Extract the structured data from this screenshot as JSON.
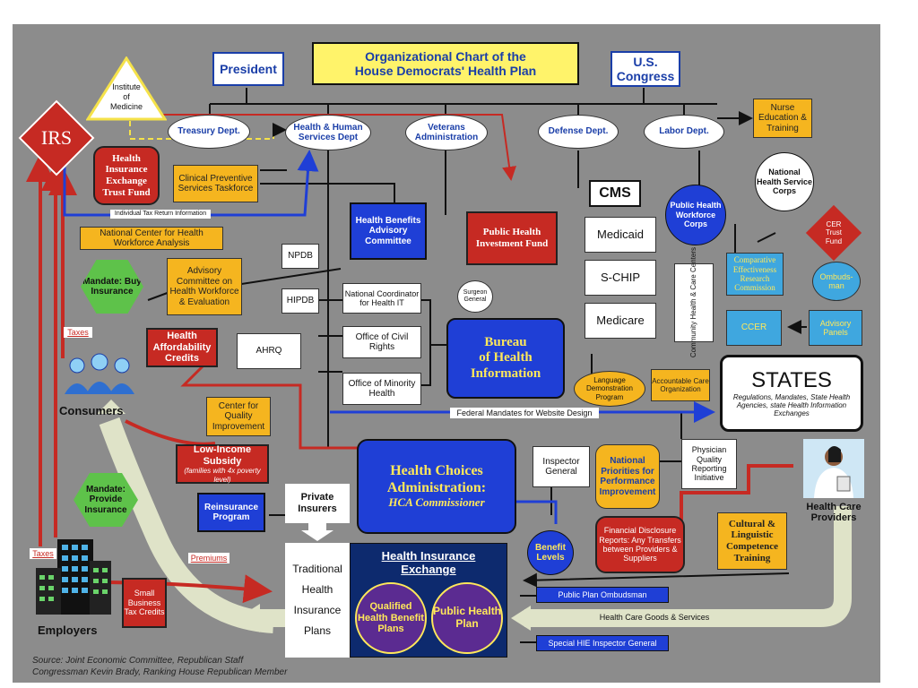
{
  "title": {
    "line1": "Organizational Chart of the",
    "line2": "House Democrats' Health Plan"
  },
  "top": {
    "president": "President",
    "congress_line1": "U.S.",
    "congress_line2": "Congress",
    "iom_line1": "Institute",
    "iom_line2": "of",
    "iom_line3": "Medicine",
    "irs": "IRS"
  },
  "departments": {
    "treasury": "Treasury Dept.",
    "hhs": "Health & Human Services Dept",
    "va": "Veterans Administration",
    "defense": "Defense Dept.",
    "labor": "Labor Dept."
  },
  "left": {
    "trust_fund": "Health Insurance Exchange Trust Fund",
    "clinical": "Clinical Preventive Services Taskforce",
    "tax_return": "Individual Tax Return Information",
    "ncwa": "National Center for Health Workforce Analysis",
    "mandate_buy": "Mandate: Buy Insurance",
    "advisory_committee": "Advisory Committee on Health Workforce & Evaluation",
    "npdb": "NPDB",
    "hipdb": "HIPDB",
    "taxes_consumers": "Taxes",
    "affordability": "Health Affordability Credits",
    "ahrq": "AHRQ",
    "consumers": "Consumers",
    "quality_center": "Center for Quality Improvement",
    "low_income_main": "Low-Income Subsidy",
    "low_income_note": "(families with 4x poverty level)",
    "mandate_provide": "Mandate: Provide Insurance",
    "reinsurance": "Reinsurance Program",
    "private_insurers": "Private Insurers",
    "taxes_employers": "Taxes",
    "premiums": "Premiums",
    "small_business": "Small Business Tax Credits",
    "employers": "Employers"
  },
  "center": {
    "hbac": "Health Benefits Advisory Committee",
    "phif": "Public Health Investment Fund",
    "coordinator": "National Coordinator for Health IT",
    "civil_rights": "Office of Civil Rights",
    "minority": "Office of Minority Health",
    "surgeon": "Surgeon General",
    "bureau_line1": "Bureau",
    "bureau_line2": "of Health",
    "bureau_line3": "Information",
    "federal_mandates": "Federal Mandates for Website Design",
    "hca_line1": "Health Choices",
    "hca_line2": "Administration:",
    "hca_line3": "HCA Commissioner",
    "traditional": "Traditional Health Insurance Plans",
    "hie_title": "Health Insurance Exchange",
    "qualified": "Qualified Health Benefit Plans",
    "public_plan": "Public Health Plan",
    "benefit_levels": "Benefit Levels",
    "ombudsman_plan": "Public Plan Ombudsman",
    "goods": "Health Care Goods & Services",
    "hie_inspector": "Special HIE Inspector General"
  },
  "right": {
    "cms": "CMS",
    "medicaid": "Medicaid",
    "schip": "S-CHIP",
    "medicare": "Medicare",
    "chcc": "Community Health & Care Centers",
    "phwc": "Public Health Workforce Corps",
    "nhsc": "National Health Service Corps",
    "nurse": "Nurse Education & Training",
    "cer_fund": "CER Trust Fund",
    "cer_commission": "Comparative Effectiveness Research Commission",
    "ombudsman": "Ombuds-man",
    "ccer": "CCER",
    "advisory_panels": "Advisory Panels",
    "language": "Language Demonstration Program",
    "aco": "Accountable Care Organization",
    "states_title": "STATES",
    "states_desc": "Regulations, Mandates, State Health Agencies, state Health Information Exchanges",
    "inspector": "Inspector General",
    "priorities": "National Priorities for Performance Improvement",
    "physician": "Physician Quality Reporting Initiative",
    "disclosure": "Financial Disclosure Reports: Any Transfers between Providers & Suppliers",
    "cultural": "Cultural & Linguistic Competence Training",
    "providers": "Health Care Providers"
  },
  "source": {
    "line1": "Source: Joint Economic Committee, Republican Staff",
    "line2": "Congressman Kevin Brady, Ranking House Republican Member"
  },
  "colors": {
    "background": "#8c8c8c",
    "red": "#c62a23",
    "blue": "#1f3fd6",
    "yellow": "#f5b51f",
    "title_yellow": "#fff36a",
    "green": "#5ec24a",
    "navy": "#0d2a6e",
    "purple": "#5b2b91"
  }
}
